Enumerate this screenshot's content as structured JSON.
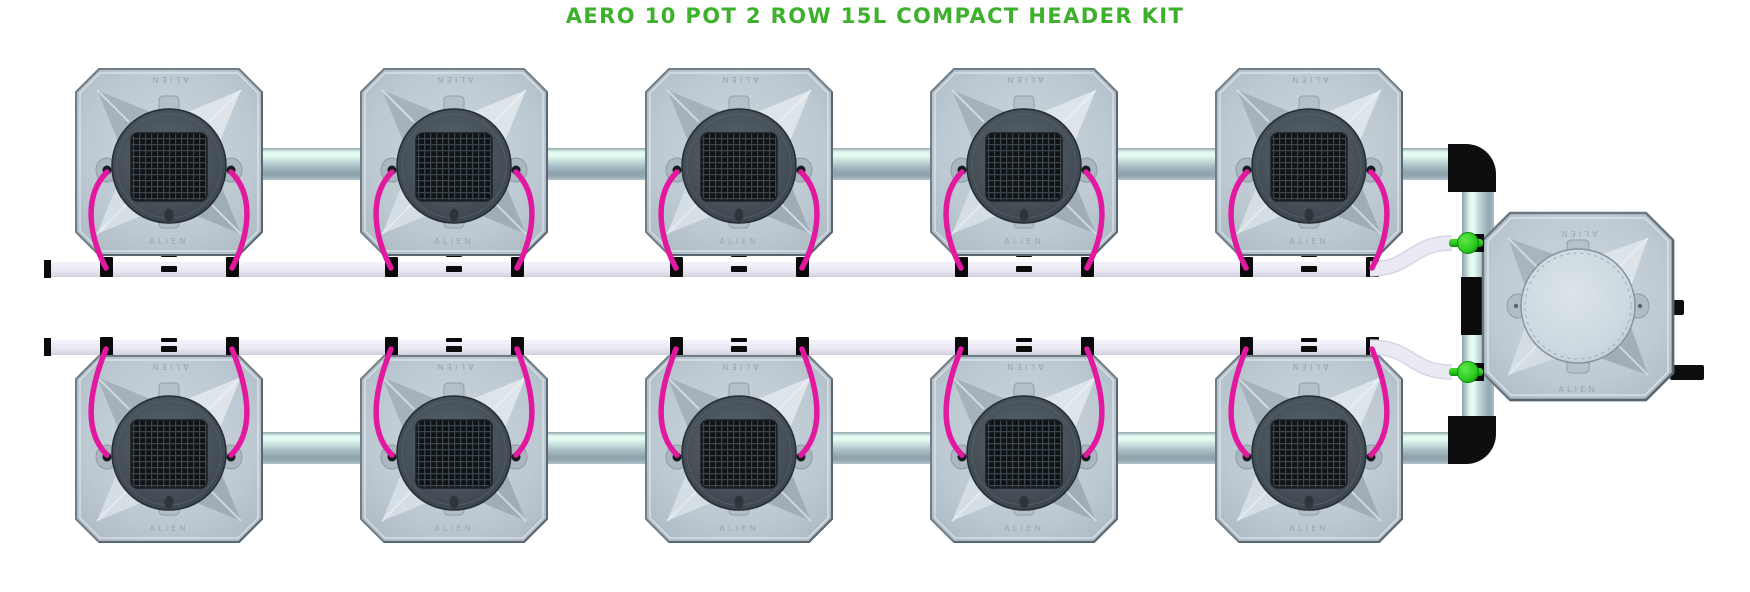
{
  "title": "AERO 10 POT 2 ROW 15L COMPACT HEADER KIT",
  "brand": "ALIEN",
  "colors": {
    "background": "#ffffff",
    "title_green": "#3eb12c",
    "tube_pink": "#e2189f",
    "valve_green": "#2bc91e",
    "manifold_white": "#ebe9f3",
    "fitting_black": "#0b0b0b",
    "pipe_highlight": "#e8fef5",
    "pipe_metal": "#9fb3bd",
    "pot_body": "#bdc9d2",
    "lid_dark": "#4a545c",
    "tank_lid": "#cfdae2"
  },
  "diagram": {
    "rows": [
      {
        "label": "row-1",
        "pot_count": 5
      },
      {
        "label": "row-2",
        "pot_count": 5
      }
    ],
    "total_pots": 10,
    "header_tank_count": 1,
    "valve_count": 2
  }
}
